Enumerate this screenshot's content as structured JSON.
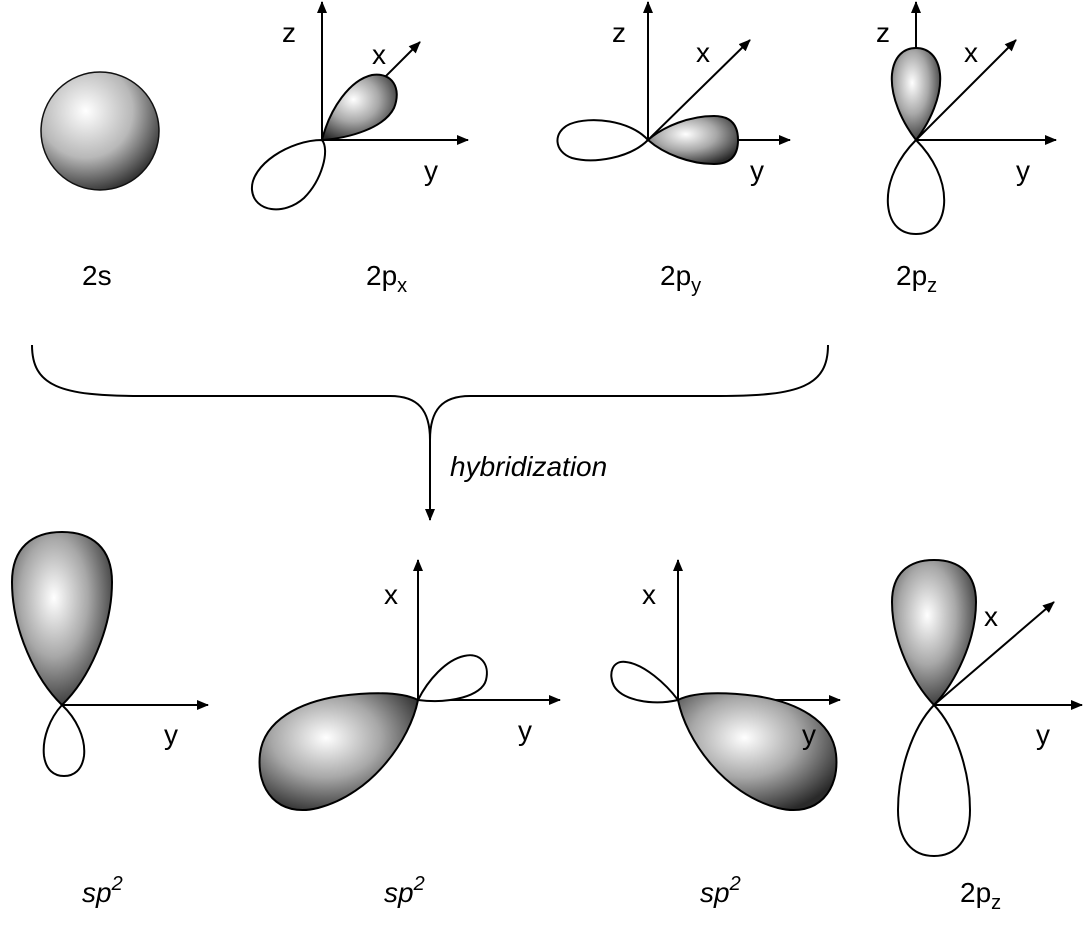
{
  "axes": {
    "x": "x",
    "y": "y",
    "z": "z"
  },
  "orbitals_top": [
    {
      "main": "2s",
      "sub": ""
    },
    {
      "main": "2p",
      "sub": "x"
    },
    {
      "main": "2p",
      "sub": "y"
    },
    {
      "main": "2p",
      "sub": "z"
    }
  ],
  "process_label": "hybridization",
  "orbitals_bottom": [
    {
      "main": "sp",
      "sup": "2"
    },
    {
      "main": "sp",
      "sup": "2"
    },
    {
      "main": "sp",
      "sup": "2"
    },
    {
      "main": "2p",
      "sub": "z"
    }
  ],
  "colors": {
    "lobe_light": "#ffffff",
    "lobe_mid": "#9a9a9a",
    "lobe_dark": "#2a2a2a",
    "line": "#000000"
  }
}
